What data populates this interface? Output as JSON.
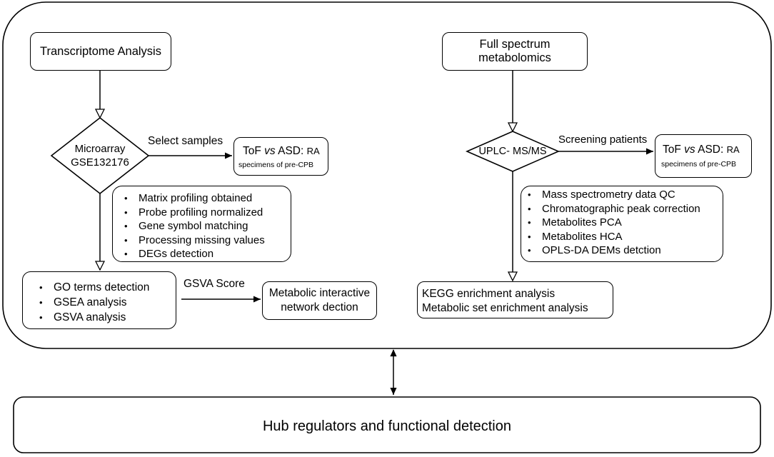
{
  "transcriptome": {
    "title": "Transcriptome Analysis",
    "decision": {
      "line1": "Microarray",
      "line2": "GSE132176"
    },
    "select_label": "Select samples",
    "samples": {
      "title_prefix": "ToF",
      "vs": "vs",
      "title_suffix": "ASD:",
      "ra": "RA",
      "sub": "specimens of pre-CPB"
    },
    "steps": [
      "Matrix profiling obtained",
      "Probe profiling normalized",
      "Gene symbol matching",
      "Processing missing values",
      "DEGs detection"
    ],
    "analyses": [
      "GO terms detection",
      "GSEA analysis",
      "GSVA analysis"
    ],
    "score_label": "GSVA Score",
    "network": {
      "line1": "Metabolic interactive",
      "line2": "network dection"
    }
  },
  "metabolomics": {
    "title": "Full spectrum metabolomics",
    "decision": "UPLC- MS/MS",
    "screen_label": "Screening patients",
    "samples": {
      "title_prefix": "ToF",
      "vs": "vs",
      "title_suffix": "ASD:",
      "ra": "RA",
      "sub": "specimens of pre-CPB"
    },
    "steps": [
      "Mass spectrometry data QC",
      "Chromatographic peak correction",
      "Metabolites PCA",
      "Metabolites HCA",
      "OPLS-DA DEMs detction"
    ],
    "enrichment": [
      "KEGG enrichment analysis",
      "Metabolic set enrichment analysis"
    ]
  },
  "hub": {
    "label": "Hub regulators and functional detection"
  }
}
